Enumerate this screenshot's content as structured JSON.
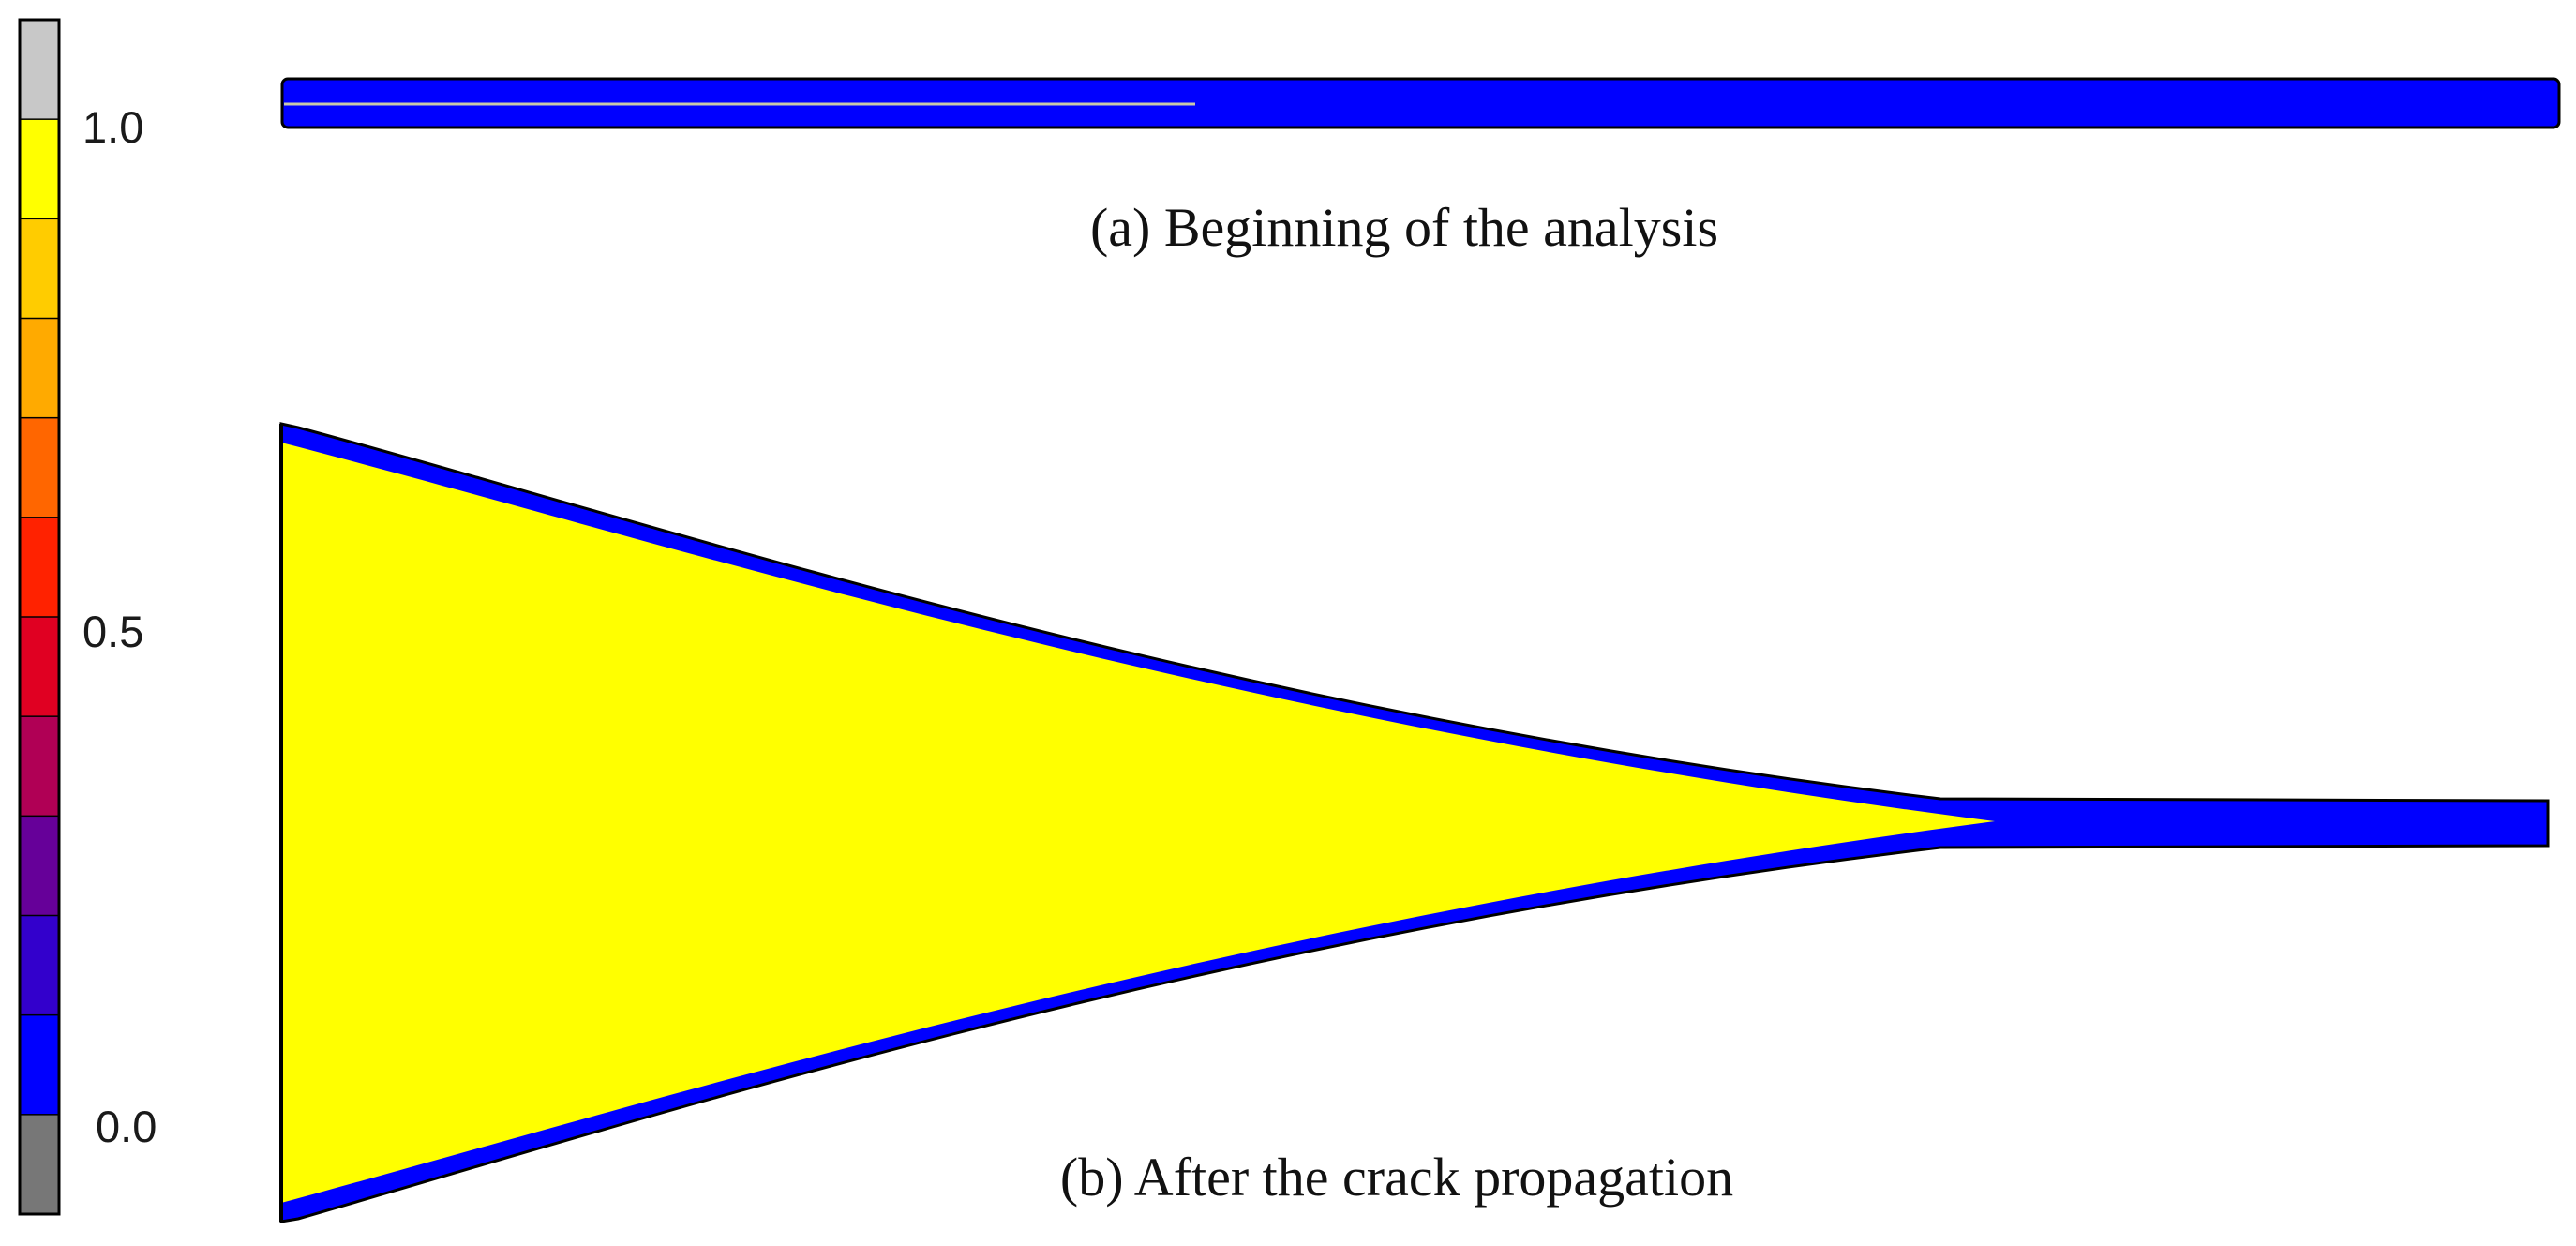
{
  "colorbar": {
    "bands": [
      "#c8c8c8",
      "#ffff00",
      "#ffcc00",
      "#ffaa00",
      "#ff6600",
      "#ff2200",
      "#e00022",
      "#b00055",
      "#660099",
      "#3300cc",
      "#0000ff",
      "#777777"
    ],
    "tick_labels": [
      "1.0",
      "0.5",
      "0.0"
    ]
  },
  "colors": {
    "intact": "#0000ff",
    "crack": "#ffff00",
    "crack_line": "#c8c8a8",
    "outline": "#000000"
  },
  "panels": {
    "a": {
      "caption": "(a) Beginning of the analysis"
    },
    "b": {
      "caption": "(b) After the crack propagation"
    }
  }
}
